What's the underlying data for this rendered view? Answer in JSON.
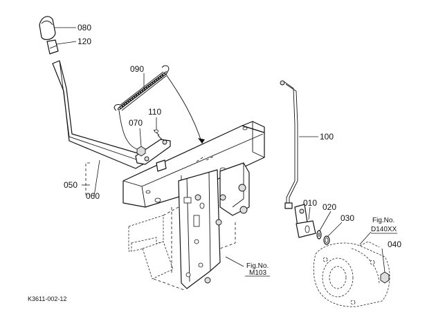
{
  "parts": [
    {
      "id": "080",
      "label": "080",
      "name": "knob"
    },
    {
      "id": "120",
      "label": "120",
      "name": "grip"
    },
    {
      "id": "090",
      "label": "090",
      "name": "spring"
    },
    {
      "id": "110",
      "label": "110",
      "name": "pin"
    },
    {
      "id": "070",
      "label": "070",
      "name": "nut"
    },
    {
      "id": "100",
      "label": "100",
      "name": "rod"
    },
    {
      "id": "050",
      "label": "050",
      "name": "lever-assembly"
    },
    {
      "id": "060",
      "label": "060",
      "name": "lever"
    },
    {
      "id": "010",
      "label": "010",
      "name": "joint"
    },
    {
      "id": "020",
      "label": "020",
      "name": "washer"
    },
    {
      "id": "030",
      "label": "030",
      "name": "ring"
    },
    {
      "id": "040",
      "label": "040",
      "name": "bolt"
    }
  ],
  "references": {
    "m103": {
      "line1": "Fig.No.",
      "line2": "M103"
    },
    "d140": {
      "line1": "Fig.No.",
      "line2": "D140XX"
    }
  },
  "drawing_code": "K3611-002-12"
}
